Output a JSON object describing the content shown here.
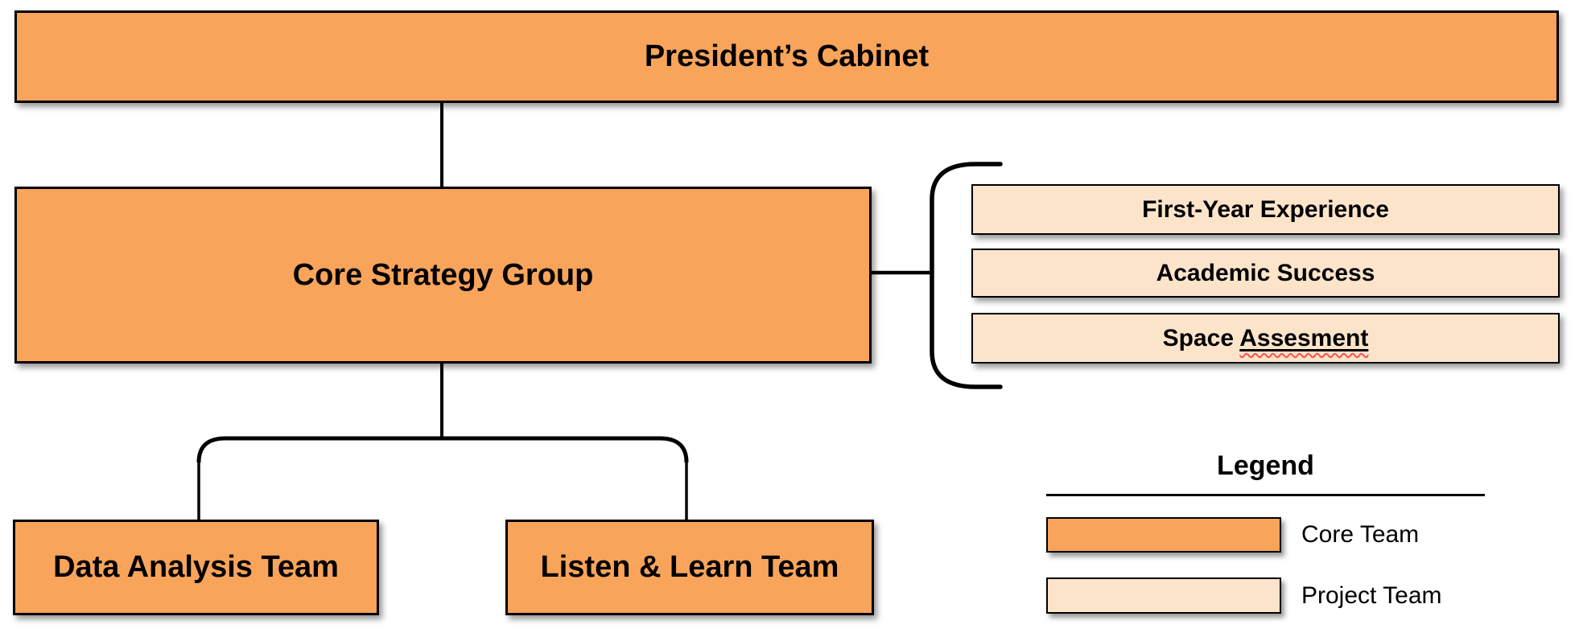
{
  "org_chart": {
    "cabinet": {
      "label": "President’s Cabinet"
    },
    "core": {
      "label": "Core Strategy Group"
    },
    "projects": [
      {
        "label": "First-Year Experience"
      },
      {
        "label": "Academic Success"
      },
      {
        "label_prefix": "Space ",
        "label_misspelled_word": "Assesment"
      }
    ],
    "teams": [
      {
        "label": "Data Analysis Team"
      },
      {
        "label": "Listen & Learn Team"
      }
    ]
  },
  "legend": {
    "title": "Legend",
    "items": [
      {
        "label": "Core Team",
        "swatch_color": "#F9A45B"
      },
      {
        "label": "Project Team",
        "swatch_color": "#FCE4CB"
      }
    ]
  },
  "colors": {
    "core_team_fill": "#F9A45B",
    "project_team_fill": "#FCE4CB",
    "border": "#000000",
    "connector": "#000000",
    "spellcheck_underline": "#FF5050",
    "background": "#FFFFFF"
  }
}
